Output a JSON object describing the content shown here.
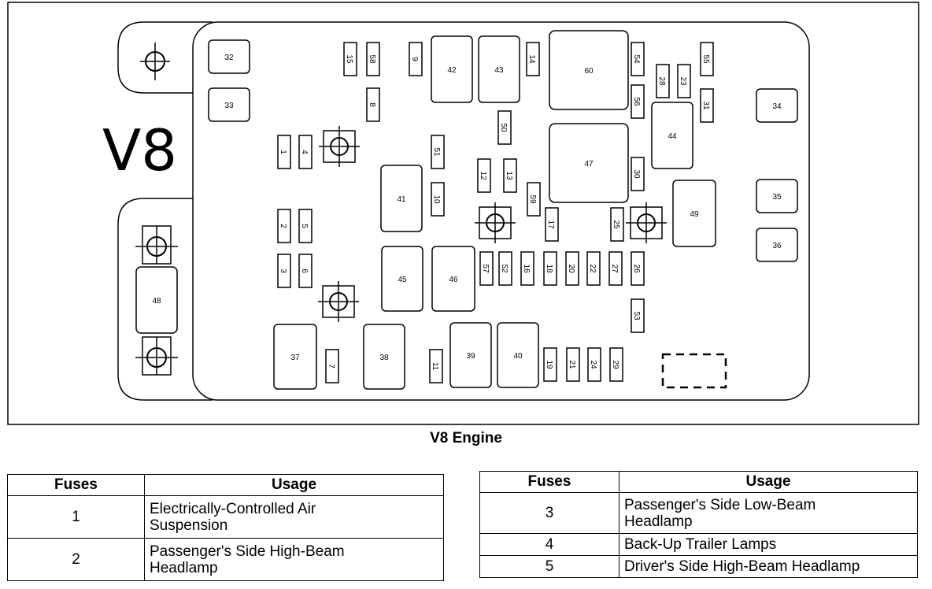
{
  "diagram": {
    "side_label": "V8",
    "caption": "V8 Engine",
    "relays": {
      "r32": "32",
      "r33": "33",
      "r34": "34",
      "r35": "35",
      "r36": "36",
      "r37": "37",
      "r38": "38",
      "r39": "39",
      "r40": "40",
      "r41": "41",
      "r42": "42",
      "r43": "43",
      "r44": "44",
      "r45": "45",
      "r46": "46",
      "r47": "47",
      "r48": "48",
      "r49": "49",
      "r60": "60"
    },
    "fuses": {
      "f1": "1",
      "f2": "2",
      "f3": "3",
      "f4": "4",
      "f5": "5",
      "f6": "6",
      "f7": "7",
      "f8": "8",
      "f9": "9",
      "f10": "10",
      "f11": "11",
      "f12": "12",
      "f13": "13",
      "f14": "14",
      "f15": "15",
      "f16": "16",
      "f17": "17",
      "f18": "18",
      "f19": "19",
      "f20": "20",
      "f21": "21",
      "f22": "22",
      "f23": "23",
      "f24": "24",
      "f25": "25",
      "f26": "26",
      "f27": "27",
      "f28": "28",
      "f29": "29",
      "f30": "30",
      "f31": "31",
      "f50": "50",
      "f51": "51",
      "f52": "52",
      "f53": "53",
      "f54": "54",
      "f55": "55",
      "f56": "56",
      "f57": "57",
      "f58": "58",
      "f59": "59"
    }
  },
  "table_left": {
    "header_fuses": "Fuses",
    "header_usage": "Usage",
    "rows": [
      {
        "fuse": "1",
        "usage_line1": "Electrically-Controlled Air",
        "usage_line2": "Suspension"
      },
      {
        "fuse": "2",
        "usage_line1": "Passenger's Side High-Beam",
        "usage_line2": "Headlamp"
      }
    ]
  },
  "table_right": {
    "header_fuses": "Fuses",
    "header_usage": "Usage",
    "rows": [
      {
        "fuse": "3",
        "usage_line1": "Passenger's Side Low-Beam",
        "usage_line2": "Headlamp"
      },
      {
        "fuse": "4",
        "usage_line1": "Back-Up Trailer Lamps"
      },
      {
        "fuse": "5",
        "usage_line1": "Driver's Side High-Beam Headlamp"
      }
    ]
  }
}
